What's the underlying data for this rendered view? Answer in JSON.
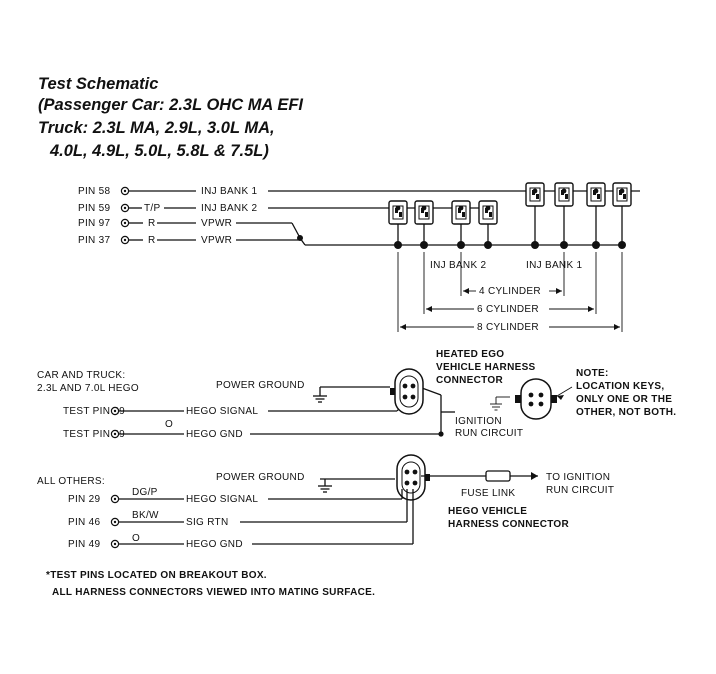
{
  "title": {
    "line1": "Test Schematic",
    "line2": "(Passenger Car: 2.3L OHC MA EFI",
    "line3": "Truck: 2.3L MA, 2.9L, 3.0L MA,",
    "line4": "4.0L, 4.9L, 5.0L, 5.8L & 7.5L)"
  },
  "injector_section": {
    "pins": [
      {
        "pin": "PIN 58",
        "color_code": "",
        "circuit": "INJ BANK 1"
      },
      {
        "pin": "PIN 59",
        "color_code": "T/P",
        "circuit": "INJ BANK 2"
      },
      {
        "pin": "PIN 97",
        "color_code": "R",
        "circuit": "VPWR"
      },
      {
        "pin": "PIN 37",
        "color_code": "R",
        "circuit": "VPWR"
      }
    ],
    "bank2_label": "INJ BANK 2",
    "bank1_label": "INJ BANK 1",
    "dim_4cyl": "4 CYLINDER",
    "dim_6cyl": "6 CYLINDER",
    "dim_8cyl": "8 CYLINDER"
  },
  "hego_car_truck": {
    "heading1": "CAR AND TRUCK:",
    "heading2": "2.3L AND 7.0L HEGO",
    "power_ground": "POWER GROUND",
    "pin29": "TEST PIN 29",
    "pin29_circuit": "HEGO SIGNAL",
    "pin49": "TEST PIN 49",
    "pin49_color": "O",
    "pin49_circuit": "HEGO GND",
    "connector_label1": "HEATED EGO",
    "connector_label2": "VEHICLE HARNESS",
    "connector_label3": "CONNECTOR",
    "ignition1": "IGNITION",
    "ignition2": "RUN CIRCUIT",
    "note1": "NOTE:",
    "note2": "LOCATION KEYS,",
    "note3": "ONLY ONE OR THE",
    "note4": "OTHER, NOT BOTH."
  },
  "hego_others": {
    "heading": "ALL OTHERS:",
    "power_ground": "POWER GROUND",
    "pin29": "PIN 29",
    "pin29_color": "DG/P",
    "pin29_circuit": "HEGO SIGNAL",
    "pin46": "PIN 46",
    "pin46_color": "BK/W",
    "pin46_circuit": "SIG RTN",
    "pin49": "PIN 49",
    "pin49_color": "O",
    "pin49_circuit": "HEGO GND",
    "to_ignition1": "TO IGNITION",
    "to_ignition2": "RUN CIRCUIT",
    "fuse_link": "FUSE LINK",
    "connector_label1": "HEGO VEHICLE",
    "connector_label2": "HARNESS CONNECTOR"
  },
  "footnote": {
    "line1": "*TEST PINS LOCATED ON BREAKOUT BOX.",
    "line2": "ALL HARNESS CONNECTORS VIEWED INTO MATING SURFACE."
  }
}
